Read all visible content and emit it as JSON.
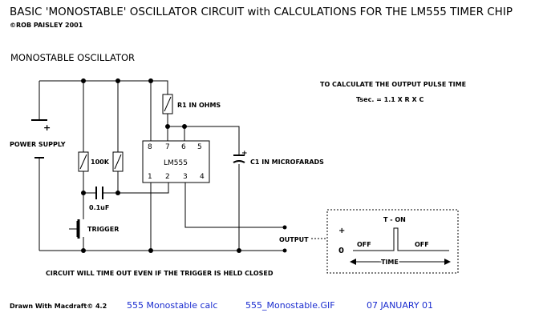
{
  "title": "BASIC 'MONOSTABLE' OSCILLATOR CIRCUIT with CALCULATIONS FOR THE LM555 TIMER CHIP",
  "copyright": "©ROB PAISLEY 2001",
  "subtitle": "MONOSTABLE OSCILLATOR",
  "formula": {
    "heading": "TO CALCULATE THE OUTPUT PULSE TIME",
    "equation": "Tsec. = 1.1 X R X C"
  },
  "labels": {
    "power_supply": "POWER SUPPLY",
    "plus": "+",
    "r_100k": "100K",
    "cap_01uf": "0.1uF",
    "trigger": "TRIGGER",
    "r1": "R1 IN OHMS",
    "c1": "C1 IN MICROFARADS",
    "c1_plus": "+",
    "output": "OUTPUT",
    "note": "CIRCUIT WILL TIME OUT EVEN IF THE TRIGGER IS HELD CLOSED"
  },
  "chip": {
    "name": "LM555",
    "pins_top": [
      "8",
      "7",
      "6",
      "5"
    ],
    "pins_bottom": [
      "1",
      "2",
      "3",
      "4"
    ]
  },
  "waveform": {
    "plus": "+",
    "zero": "0",
    "t_on": "T - ON",
    "off_left": "OFF",
    "off_right": "OFF",
    "time": "TIME"
  },
  "footer": {
    "drawn_with": "Drawn With Macdraft© 4.2",
    "calc": "555 Monostable calc",
    "file": "555_Monostable.GIF",
    "date": "07 JANUARY 01"
  },
  "colors": {
    "footer_link": "#1a2ccf"
  }
}
